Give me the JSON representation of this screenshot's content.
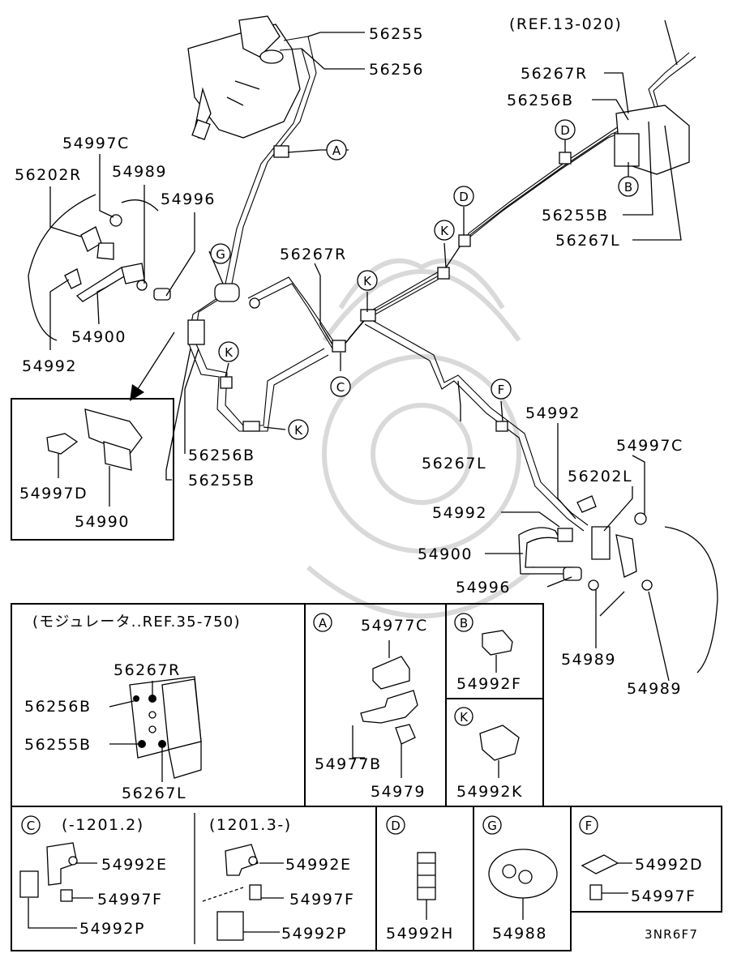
{
  "labels": {
    "l56255": "56255",
    "l56256": "56256",
    "ref13": "(REF.13-020)",
    "l56267R_top": "56267R",
    "l56256B_top": "56256B",
    "l54997C_left": "54997C",
    "l56202R": "56202R",
    "l54989_left": "54989",
    "l54996_left": "54996",
    "l54900_left": "54900",
    "l54992_left": "54992",
    "l56267R_mid": "56267R",
    "l56255B_right": "56255B",
    "l56267L_right": "56267L",
    "l56256B_mid": "56256B",
    "l56255B_mid": "56255B",
    "l56267L_mid": "56267L",
    "l54992_r1": "54992",
    "l54997C_right": "54997C",
    "l56202L": "56202L",
    "l54992_r2": "54992",
    "l54900_right": "54900",
    "l54996_right": "54996",
    "l54989_r1": "54989",
    "l54989_r2": "54989",
    "inset_54997D": "54997D",
    "inset_54990": "54990"
  },
  "callouts": {
    "A": "A",
    "B": "B",
    "C": "C",
    "D": "D",
    "F": "F",
    "G": "G",
    "K": "K"
  },
  "detail_boxes": {
    "modulator": {
      "title": "(モジュレータ..REF.35-750)",
      "l56267R": "56267R",
      "l56256B": "56256B",
      "l56255B": "56255B",
      "l56267L": "56267L"
    },
    "A": {
      "letter": "A",
      "l1": "54977C",
      "l2": "54977B",
      "l3": "54979"
    },
    "B": {
      "letter": "B",
      "l1": "54992F"
    },
    "K": {
      "letter": "K",
      "l1": "54992K"
    },
    "C": {
      "letter": "C",
      "sub1": "(-1201.2)",
      "sub2": "(1201.3-)",
      "a1": "54992E",
      "a2": "54997F",
      "a3": "54992P",
      "b1": "54992E",
      "b2": "54997F",
      "b3": "54992P"
    },
    "D": {
      "letter": "D",
      "l1": "54992H"
    },
    "G": {
      "letter": "G",
      "l1": "54988"
    },
    "F": {
      "letter": "F",
      "l1": "54992D",
      "l2": "54997F"
    }
  },
  "diagram_code": "3NR6F7"
}
